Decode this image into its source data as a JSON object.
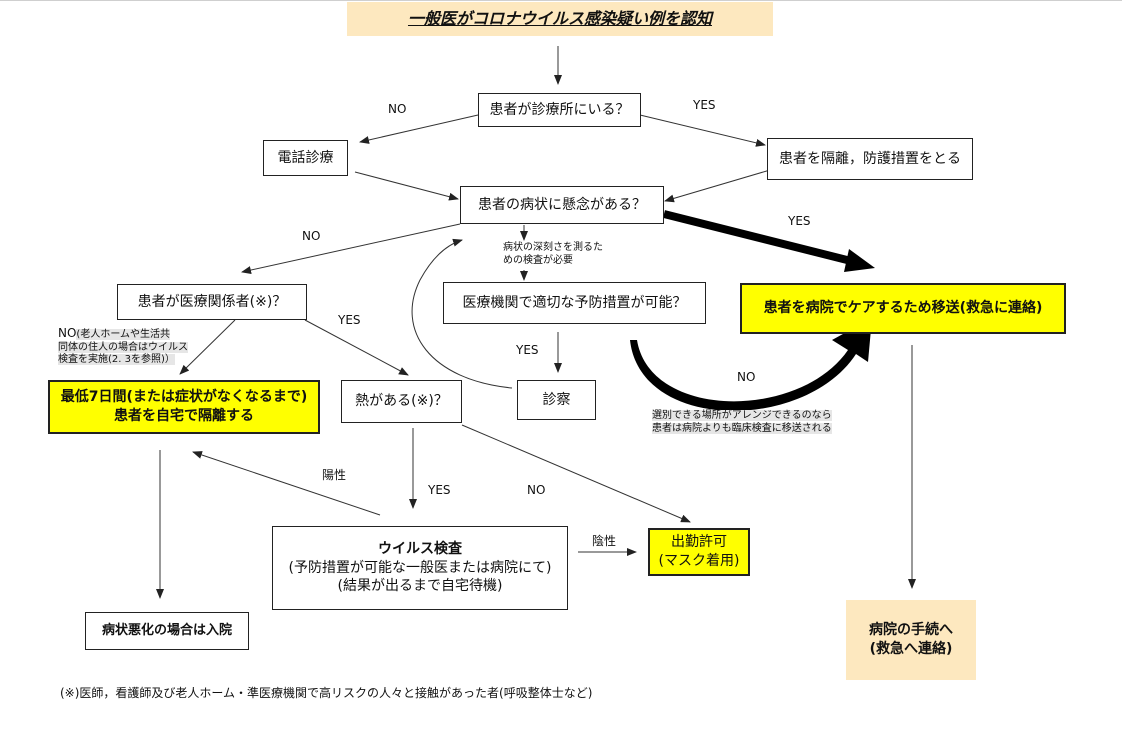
{
  "title": "一般医がコロナウイルス感染疑い例を認知",
  "nodes": {
    "in_clinic": "患者が診療所にいる？",
    "phone_consult": "電話診療",
    "isolate_protect": "患者を隔離，防護措置をとる",
    "concern": "患者の病状に懸念がある？",
    "medical_worker": "患者が医療関係者(※)？",
    "prevention_possible": "医療機関で適切な予防措置が可能？",
    "transfer_line1": "患者を病院でケアするため移送(救急に連絡)",
    "home_isolation_line1": "最低7日間(または症状がなくなるまで)",
    "home_isolation_line2": "患者を自宅で隔離する",
    "fever": "熱がある(※)？",
    "examination": "診察",
    "virus_test_line1": "ウイルス検査",
    "virus_test_line2": "(予防措置が可能な一般医または病院にて)",
    "virus_test_line3": "(結果が出るまで自宅待機)",
    "work_ok_line1": "出勤許可",
    "work_ok_line2": "(マスク着用)",
    "hospitalize": "病状悪化の場合は入院",
    "hospital_proc_line1": "病院の手続へ",
    "hospital_proc_line2": "(救急へ連絡)"
  },
  "labels": {
    "no_top": "NO",
    "yes_top": "YES",
    "yes_concern": "YES",
    "no_concern": "NO",
    "yes_worker": "YES",
    "yes_prevention": "YES",
    "no_prevention": "NO",
    "yes_fever": "YES",
    "no_fever": "NO",
    "positive": "陽性",
    "negative": "陰性"
  },
  "notes": {
    "severity_test_line1": "病状の深刻さを測るた",
    "severity_test_line2": "めの検査が必要",
    "no_worker_prefix": "NO",
    "no_worker_line1": "(老人ホームや生活共",
    "no_worker_line2": "同体の住人の場合はウイルス",
    "no_worker_line3": "検査を実施(2. 3を参照)）",
    "alt_line1": "選別できる場所がアレンジできるのなら",
    "alt_line2": "患者は病院よりも臨床検査に移送される"
  },
  "footnote": "(※)医師，看護師及び老人ホーム・準医療機関で高リスクの人々と接触があった者(呼吸整体士など)"
}
